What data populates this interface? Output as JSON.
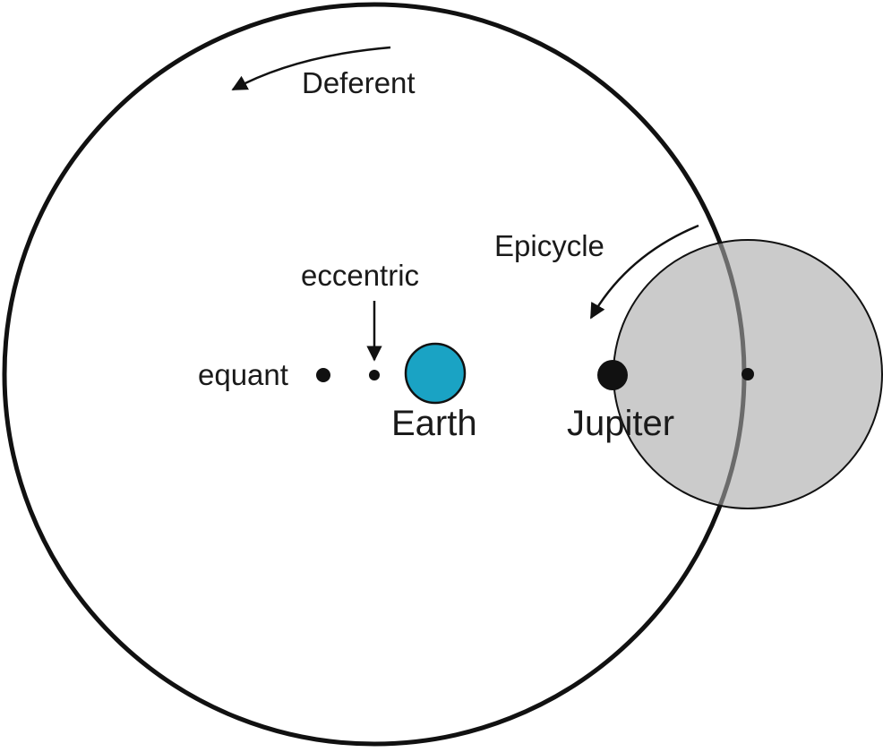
{
  "labels": {
    "deferent": "Deferent",
    "epicycle": "Epicycle",
    "eccentric": "eccentric",
    "equant": "equant",
    "earth": "Earth",
    "jupiter": "Jupiter"
  },
  "colors": {
    "line": "#111111",
    "earth": "#1aa3c4",
    "epicycle_fill": "#bdbdbd",
    "background": "#ffffff"
  }
}
